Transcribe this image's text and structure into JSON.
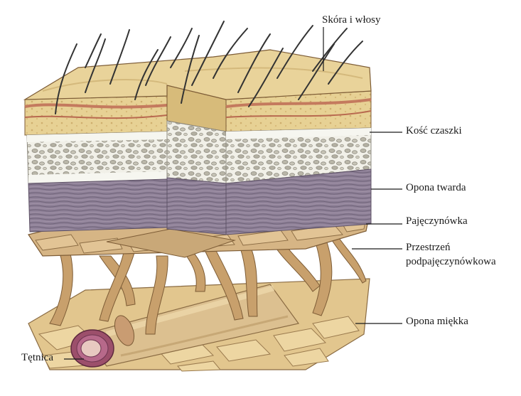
{
  "labels": {
    "skin_hair": "Skóra i włosy",
    "skull": "Kość czaszki",
    "dura": "Opona twarda",
    "arachnoid": "Pajęczynówka",
    "subarachnoid_line1": "Przestrzeń",
    "subarachnoid_line2": "podpajęczynówkowa",
    "pia": "Opona miękka",
    "artery": "Tętnica"
  },
  "colors": {
    "skin": "#e6cf8f",
    "skin_red": "#c97a5e",
    "bone": "#f2f2ea",
    "bone_spongy": "#c9c6b8",
    "dura": "#8d7e95",
    "arachnoid": "#d9b98a",
    "trabecula": "#c9a26e",
    "pia": "#e3c891",
    "artery": "#9a4f6b",
    "hair": "#3a3a3a"
  }
}
